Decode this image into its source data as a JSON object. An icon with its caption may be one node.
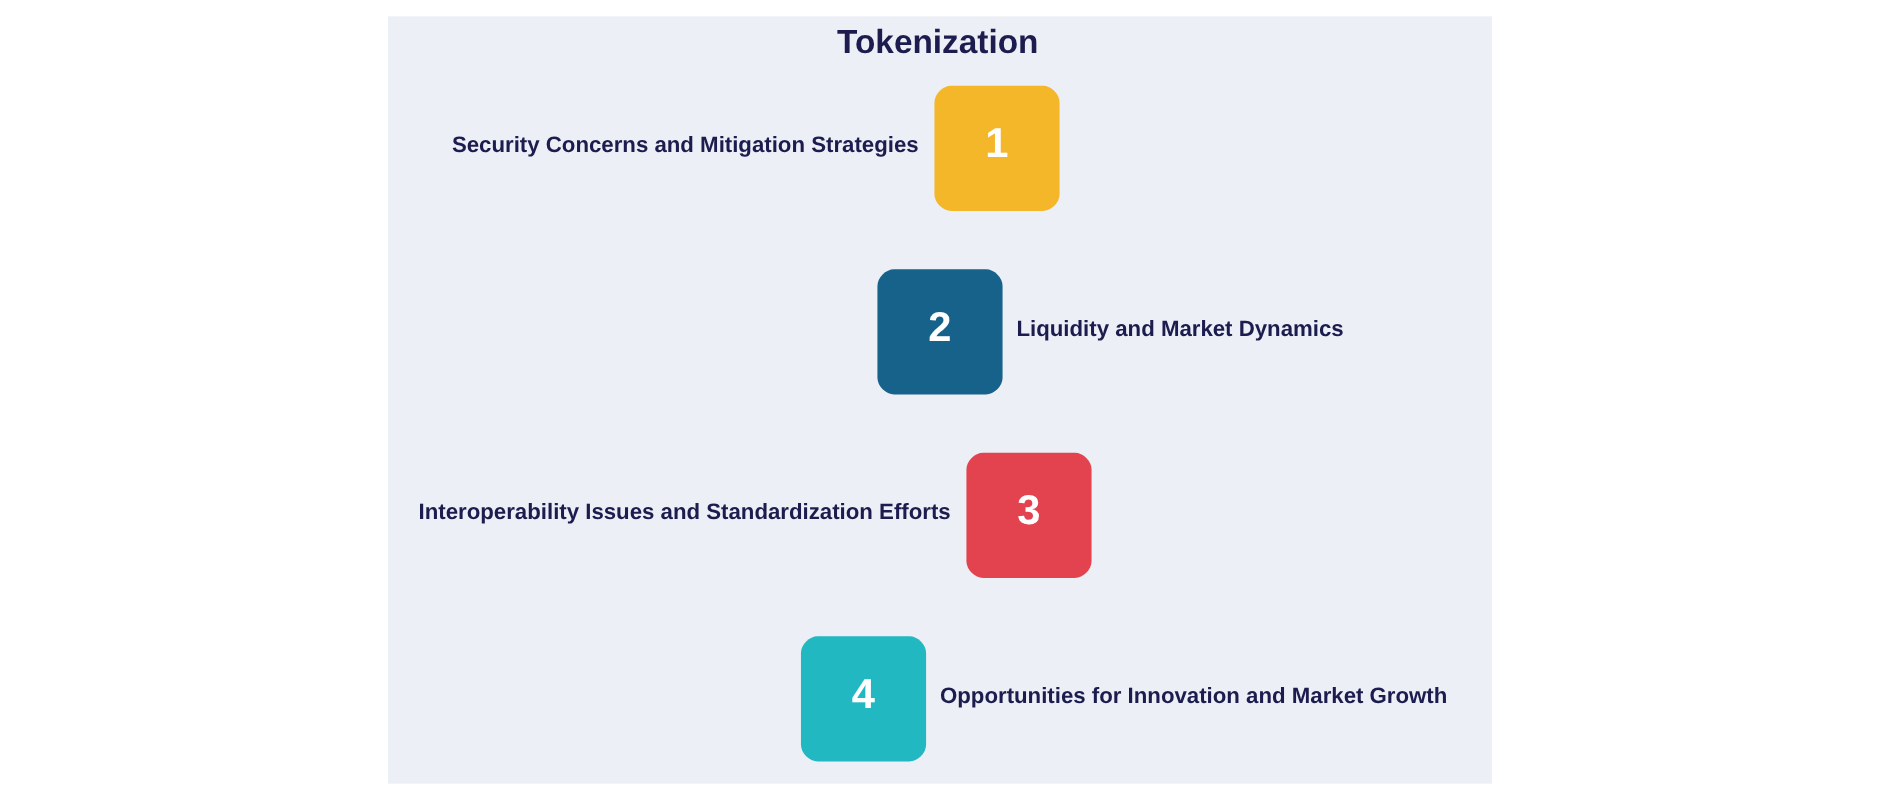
{
  "diagram": {
    "title": "Tokenization",
    "nodes": [
      {
        "text": [
          "1"
        ],
        "beside": [
          "Security Concerns and Mitigation Strategies"
        ]
      },
      {
        "text": [
          "2"
        ],
        "beside": [
          "Liquidity and Market Dynamics"
        ]
      },
      {
        "text": [
          "3"
        ],
        "beside": [
          "Interoperability Issues and Standardization Efforts"
        ]
      },
      {
        "text": [
          "4"
        ],
        "beside": [
          "Opportunities for Innovation and Market Growth"
        ]
      }
    ]
  }
}
